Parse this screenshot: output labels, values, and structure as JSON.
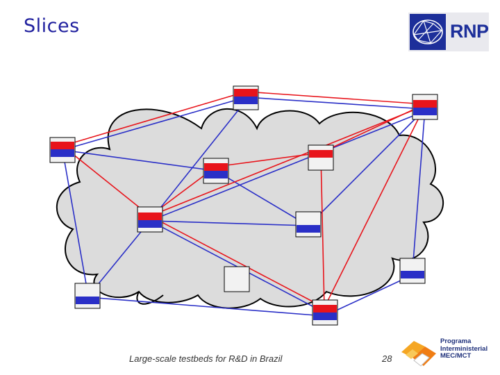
{
  "title": "Slices",
  "logo": {
    "text": "RNP",
    "colors": {
      "mark": "#1d2f9a",
      "bg": "#e9e9ee"
    }
  },
  "footer": {
    "text": "Large-scale testbeds for R&D in Brazil",
    "page_number": "28"
  },
  "program_logo": {
    "lines": [
      "Programa",
      "Interministerial",
      "MEC/MCT"
    ]
  },
  "colors": {
    "red_slice": "#e8141b",
    "blue_slice": "#2a2fc7",
    "cloud": "#dcdcdc",
    "node_fill": "#f2f2f2"
  },
  "nodes": [
    {
      "id": "n-top-center",
      "slices": [
        "red",
        "blue"
      ]
    },
    {
      "id": "n-top-right",
      "slices": [
        "red",
        "blue"
      ]
    },
    {
      "id": "n-left",
      "slices": [
        "red",
        "blue"
      ]
    },
    {
      "id": "n-inner-left",
      "slices": [
        "red",
        "blue"
      ]
    },
    {
      "id": "n-inner-right",
      "slices": [
        "red"
      ]
    },
    {
      "id": "n-center-left",
      "slices": [
        "red",
        "blue"
      ]
    },
    {
      "id": "n-center-right",
      "slices": [
        "blue"
      ]
    },
    {
      "id": "n-empty",
      "slices": []
    },
    {
      "id": "n-right",
      "slices": [
        "blue"
      ]
    },
    {
      "id": "n-bottom-left",
      "slices": [
        "blue"
      ]
    },
    {
      "id": "n-bottom-center",
      "slices": [
        "red",
        "blue"
      ]
    }
  ],
  "links": {
    "red": [
      [
        "n-left",
        "n-top-center"
      ],
      [
        "n-top-center",
        "n-top-right"
      ],
      [
        "n-left",
        "n-center-left"
      ],
      [
        "n-center-left",
        "n-inner-left"
      ],
      [
        "n-inner-left",
        "n-inner-right"
      ],
      [
        "n-inner-right",
        "n-top-right"
      ],
      [
        "n-center-left",
        "n-top-right"
      ],
      [
        "n-center-left",
        "n-bottom-center"
      ],
      [
        "n-bottom-center",
        "n-top-right"
      ],
      [
        "n-bottom-center",
        "n-inner-right"
      ]
    ],
    "blue": [
      [
        "n-left",
        "n-top-center"
      ],
      [
        "n-top-center",
        "n-top-right"
      ],
      [
        "n-left",
        "n-bottom-left"
      ],
      [
        "n-left",
        "n-inner-left"
      ],
      [
        "n-inner-left",
        "n-center-right"
      ],
      [
        "n-center-left",
        "n-center-right"
      ],
      [
        "n-center-left",
        "n-bottom-center"
      ],
      [
        "n-bottom-left",
        "n-center-left"
      ],
      [
        "n-bottom-left",
        "n-bottom-center"
      ],
      [
        "n-center-right",
        "n-top-right"
      ],
      [
        "n-top-right",
        "n-right"
      ],
      [
        "n-right",
        "n-bottom-center"
      ],
      [
        "n-center-left",
        "n-top-right"
      ],
      [
        "n-top-center",
        "n-center-left"
      ]
    ]
  }
}
